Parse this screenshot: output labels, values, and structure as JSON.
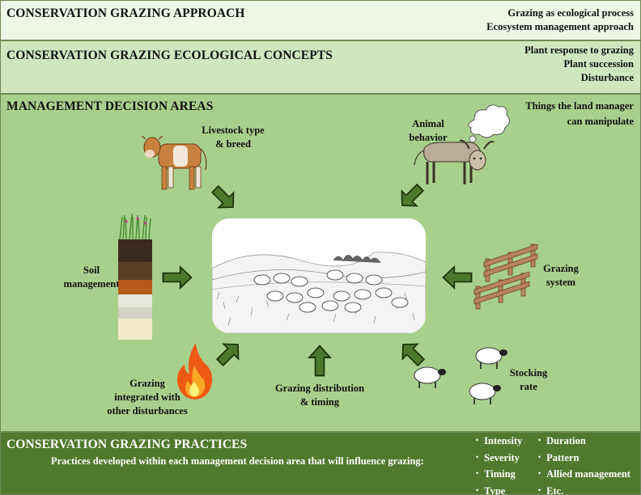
{
  "approach": {
    "title": "CONSERVATION GRAZING APPROACH",
    "items": [
      "Grazing as ecological process",
      "Ecosystem management approach"
    ]
  },
  "concepts": {
    "title": "CONSERVATION GRAZING ECOLOGICAL CONCEPTS",
    "items": [
      "Plant response to grazing",
      "Plant succession",
      "Disturbance"
    ]
  },
  "decision_areas": {
    "title": "MANAGEMENT DECISION AREAS",
    "note": [
      "Things the land manager",
      "can manipulate"
    ],
    "livestock": [
      "Livestock type",
      "& breed"
    ],
    "behavior": [
      "Animal",
      "behavior"
    ],
    "soil": [
      "Soil",
      "management"
    ],
    "system": [
      "Grazing",
      "system"
    ],
    "disturbance": [
      "Grazing",
      "integrated with",
      "other disturbances"
    ],
    "distribution": [
      "Grazing distribution",
      "& timing"
    ],
    "stocking": [
      "Stocking",
      "rate"
    ]
  },
  "practices": {
    "title": "CONSERVATION GRAZING PRACTICES",
    "description": "Practices developed within each management decision area that will influence grazing:",
    "col1": [
      "Intensity",
      "Severity",
      "Timing",
      "Type"
    ],
    "col2": [
      "Duration",
      "Pattern",
      "Allied management",
      "Etc."
    ]
  },
  "colors": {
    "band1": "#eef6e6",
    "band2": "#cfe6bf",
    "band3": "#a8d08d",
    "band4": "#4f7a2e",
    "arrow_fill": "#4c7a2c",
    "arrow_stroke": "#1b3309"
  }
}
